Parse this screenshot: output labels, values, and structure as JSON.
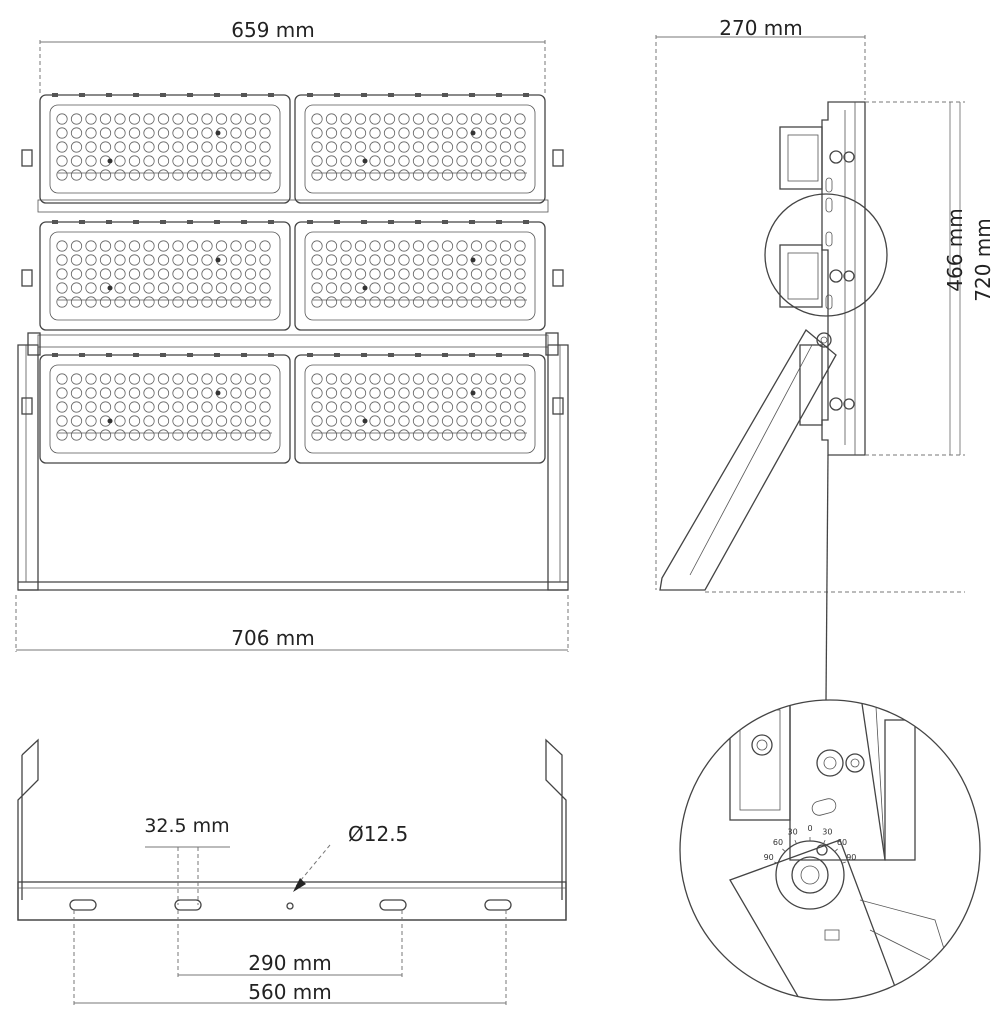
{
  "dimensions": {
    "front_width": "659 mm",
    "overall_width": "706 mm",
    "side_depth": "270 mm",
    "module_height": "466 mm",
    "overall_height": "720 mm",
    "slot_width": "32.5 mm",
    "hole_diameter": "Ø12.5",
    "inner_hole_spacing": "290 mm",
    "outer_hole_spacing": "560 mm"
  },
  "tilt_scale": {
    "labels": [
      "90",
      "60",
      "30",
      "0",
      "30",
      "60",
      "90"
    ]
  }
}
